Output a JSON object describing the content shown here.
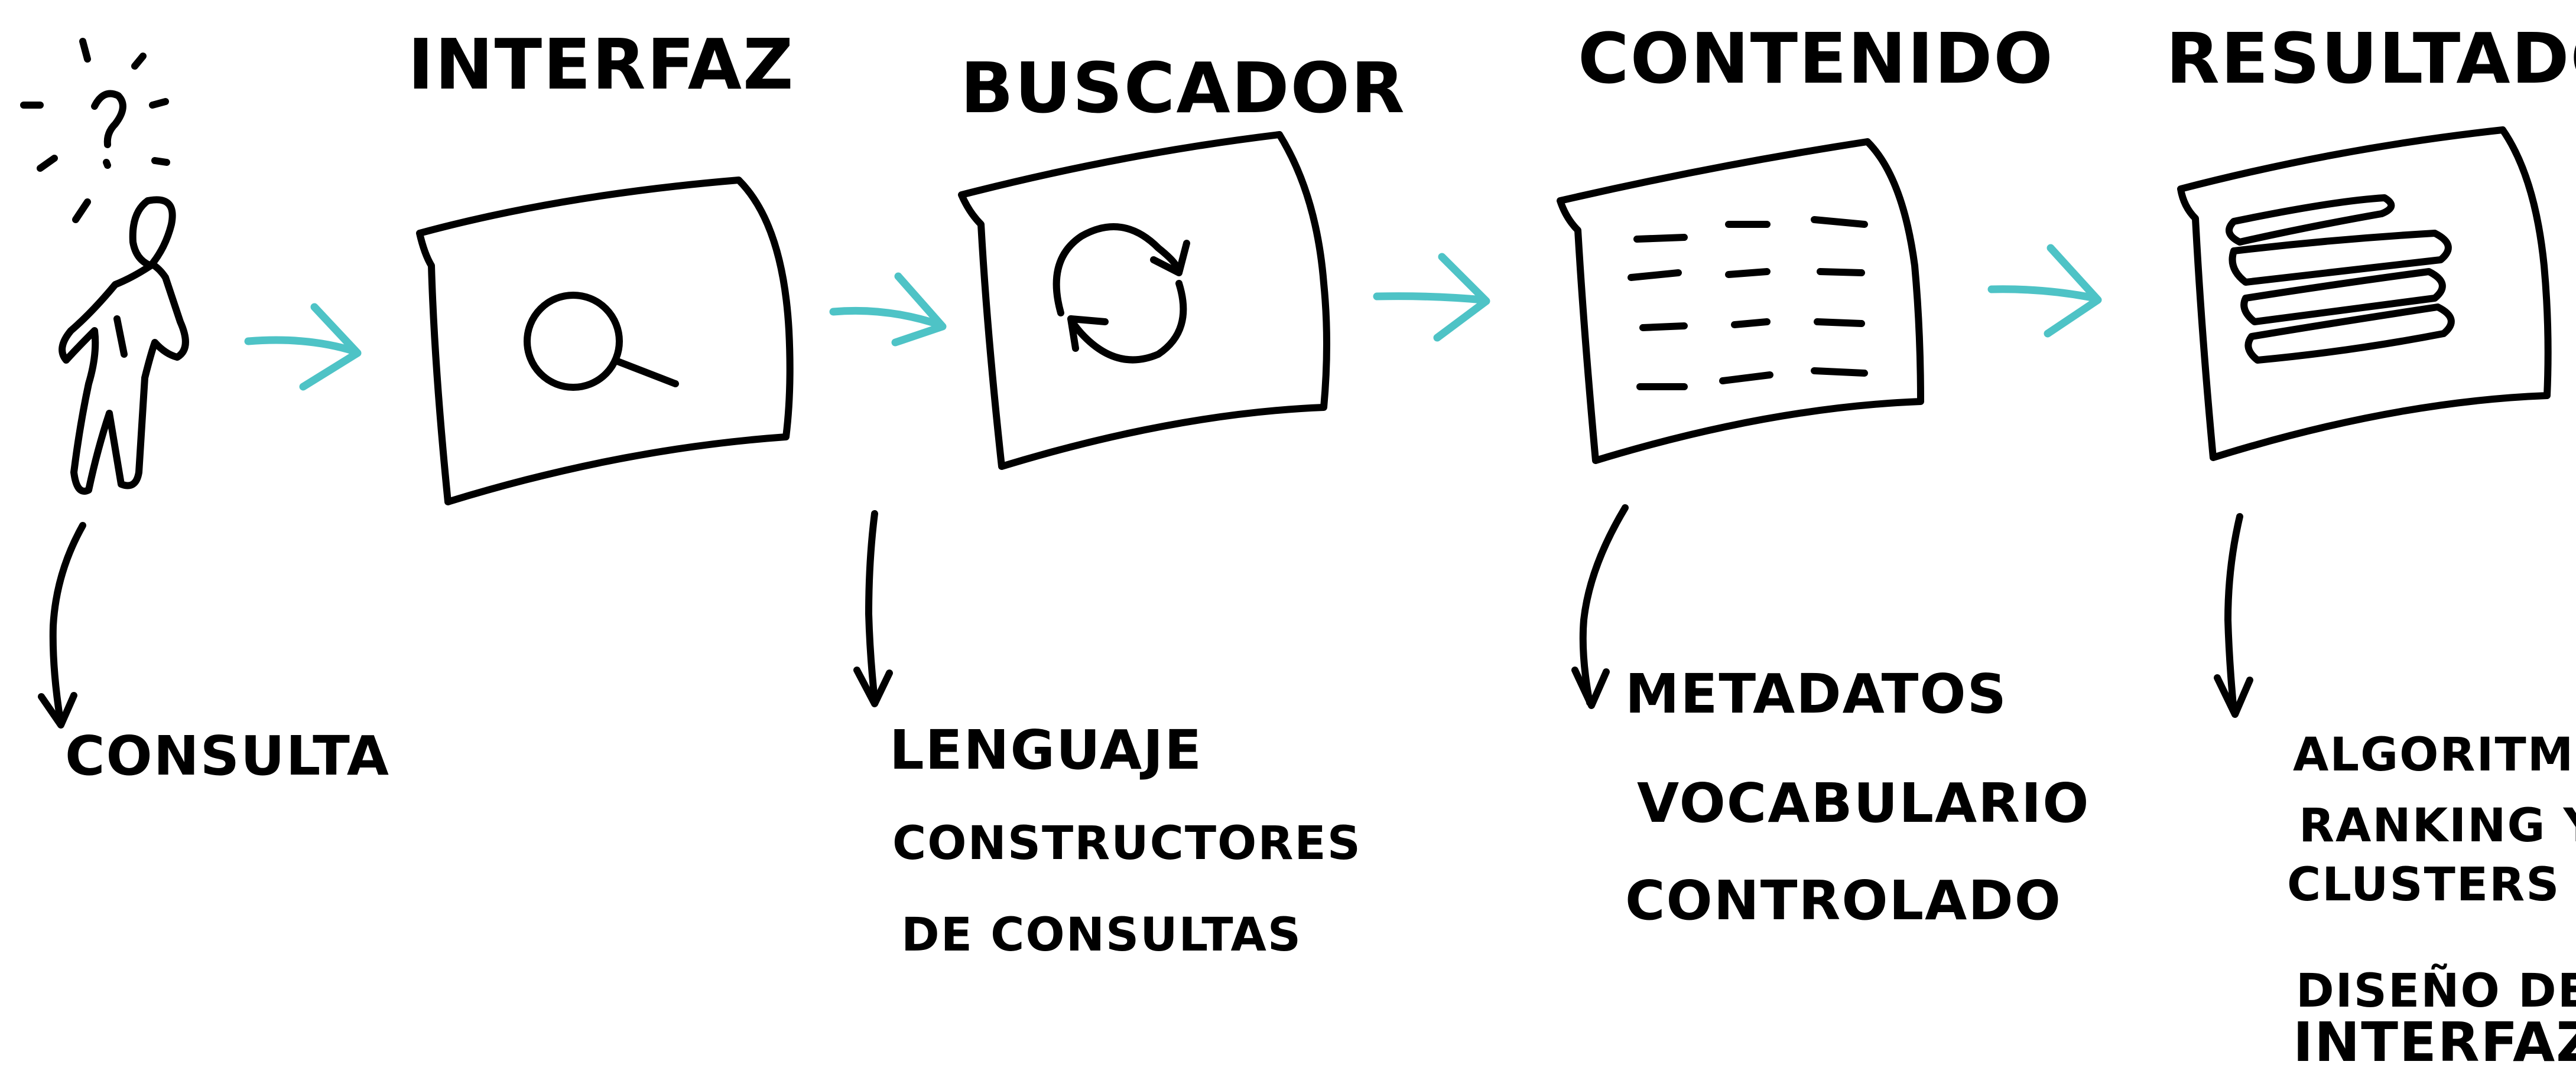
{
  "colors": {
    "ink": "#000000",
    "arrow_accent": "#4ec3c6",
    "background": "#ffffff"
  },
  "steps": [
    {
      "id": "interfaz",
      "heading": "INTERFAZ",
      "icon": "magnifier-icon"
    },
    {
      "id": "buscador",
      "heading": "BUSCADOR",
      "icon": "refresh-cycle-icon"
    },
    {
      "id": "contenido",
      "heading": "CONTENIDO",
      "icon": "text-lines-icon"
    },
    {
      "id": "resultado",
      "heading": "RESULTADO",
      "icon": "result-list-icon"
    }
  ],
  "person": {
    "symbol": "?",
    "note": "CONSULTA"
  },
  "notes": {
    "buscador": [
      "LENGUAJE",
      "CONSTRUCTORES",
      "DE CONSULTAS"
    ],
    "contenido": [
      "METADATOS",
      "VOCABULARIO",
      "CONTROLADO"
    ],
    "resultado": [
      "ALGORITMOS",
      "RANKING Y",
      "CLUSTERS",
      "DISEÑO DE",
      "INTERFAZ"
    ]
  }
}
